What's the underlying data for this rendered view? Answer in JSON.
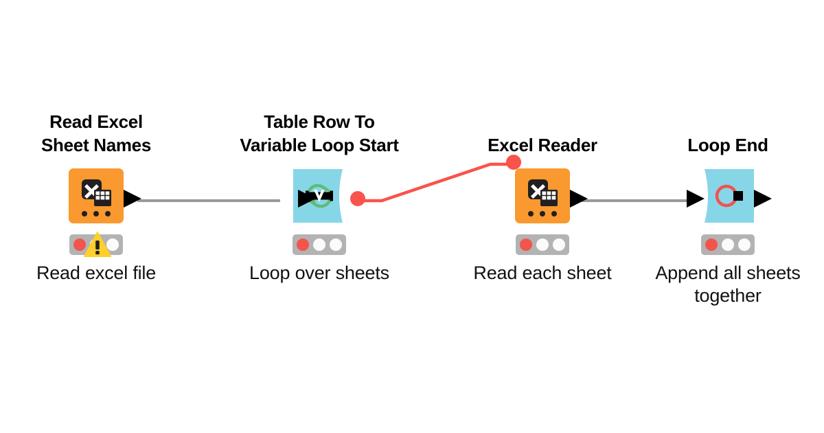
{
  "diagram": {
    "type": "knime-workflow",
    "background": "#ffffff",
    "colors": {
      "reader_node": "#f9992f",
      "loop_node": "#87d6e7",
      "flow_variable_wire": "#f9534c",
      "data_wire": "#9a9a9a",
      "port_arrow": "#000000",
      "status_bar": "#b3b3b3",
      "lamp_red": "#f2554c",
      "lamp_idle": "#fbfbfb",
      "warning": "#ffd02a",
      "loop_arrow_green": "#5fbb78",
      "loop_end_ring": "#ef5350"
    },
    "nodes": [
      {
        "id": "read-excel-sheet-names",
        "title": "Read Excel\nSheet Names",
        "description": "Read excel file",
        "shape": "rounded-rect",
        "color": "#f9992f",
        "icon": "excel-sheet-icon",
        "has_dots": true,
        "status": {
          "lamps": [
            "red",
            "idle",
            "idle"
          ],
          "warning": true,
          "warning_icon": "warning-triangle-icon"
        },
        "ports": {
          "input": "none",
          "output": "data-arrow"
        }
      },
      {
        "id": "table-row-to-variable-loop-start",
        "title": "Table Row To\nVariable Loop Start",
        "description": "Loop over sheets",
        "shape": "loop-start",
        "color": "#87d6e7",
        "icon": "loop-variable-icon",
        "has_dots": false,
        "status": {
          "lamps": [
            "red",
            "idle",
            "idle"
          ],
          "warning": false
        },
        "ports": {
          "input": "data-arrow",
          "output": "flow-variable-circle"
        }
      },
      {
        "id": "excel-reader",
        "title": "Excel Reader",
        "description": "Read each sheet",
        "shape": "rounded-rect",
        "color": "#f9992f",
        "icon": "excel-sheet-icon",
        "has_dots": true,
        "status": {
          "lamps": [
            "red",
            "idle",
            "idle"
          ],
          "warning": false
        },
        "ports": {
          "input": "flow-variable-circle",
          "output": "data-arrow"
        }
      },
      {
        "id": "loop-end",
        "title": "Loop End",
        "description": "Append all sheets\ntogether",
        "shape": "loop-end",
        "color": "#87d6e7",
        "icon": "loop-end-icon",
        "has_dots": false,
        "status": {
          "lamps": [
            "red",
            "idle",
            "idle"
          ],
          "warning": false
        },
        "ports": {
          "input": "data-arrow",
          "output": "data-arrow"
        }
      }
    ],
    "connections": [
      {
        "id": "conn-sheetnames-to-loopstart",
        "from": "read-excel-sheet-names",
        "to": "table-row-to-variable-loop-start",
        "kind": "data",
        "color": "#9a9a9a"
      },
      {
        "id": "conn-loopstart-to-excelreader",
        "from": "table-row-to-variable-loop-start",
        "to": "excel-reader",
        "kind": "flow-variable",
        "color": "#f9534c"
      },
      {
        "id": "conn-excelreader-to-loopend",
        "from": "excel-reader",
        "to": "loop-end",
        "kind": "data",
        "color": "#9a9a9a"
      }
    ]
  }
}
